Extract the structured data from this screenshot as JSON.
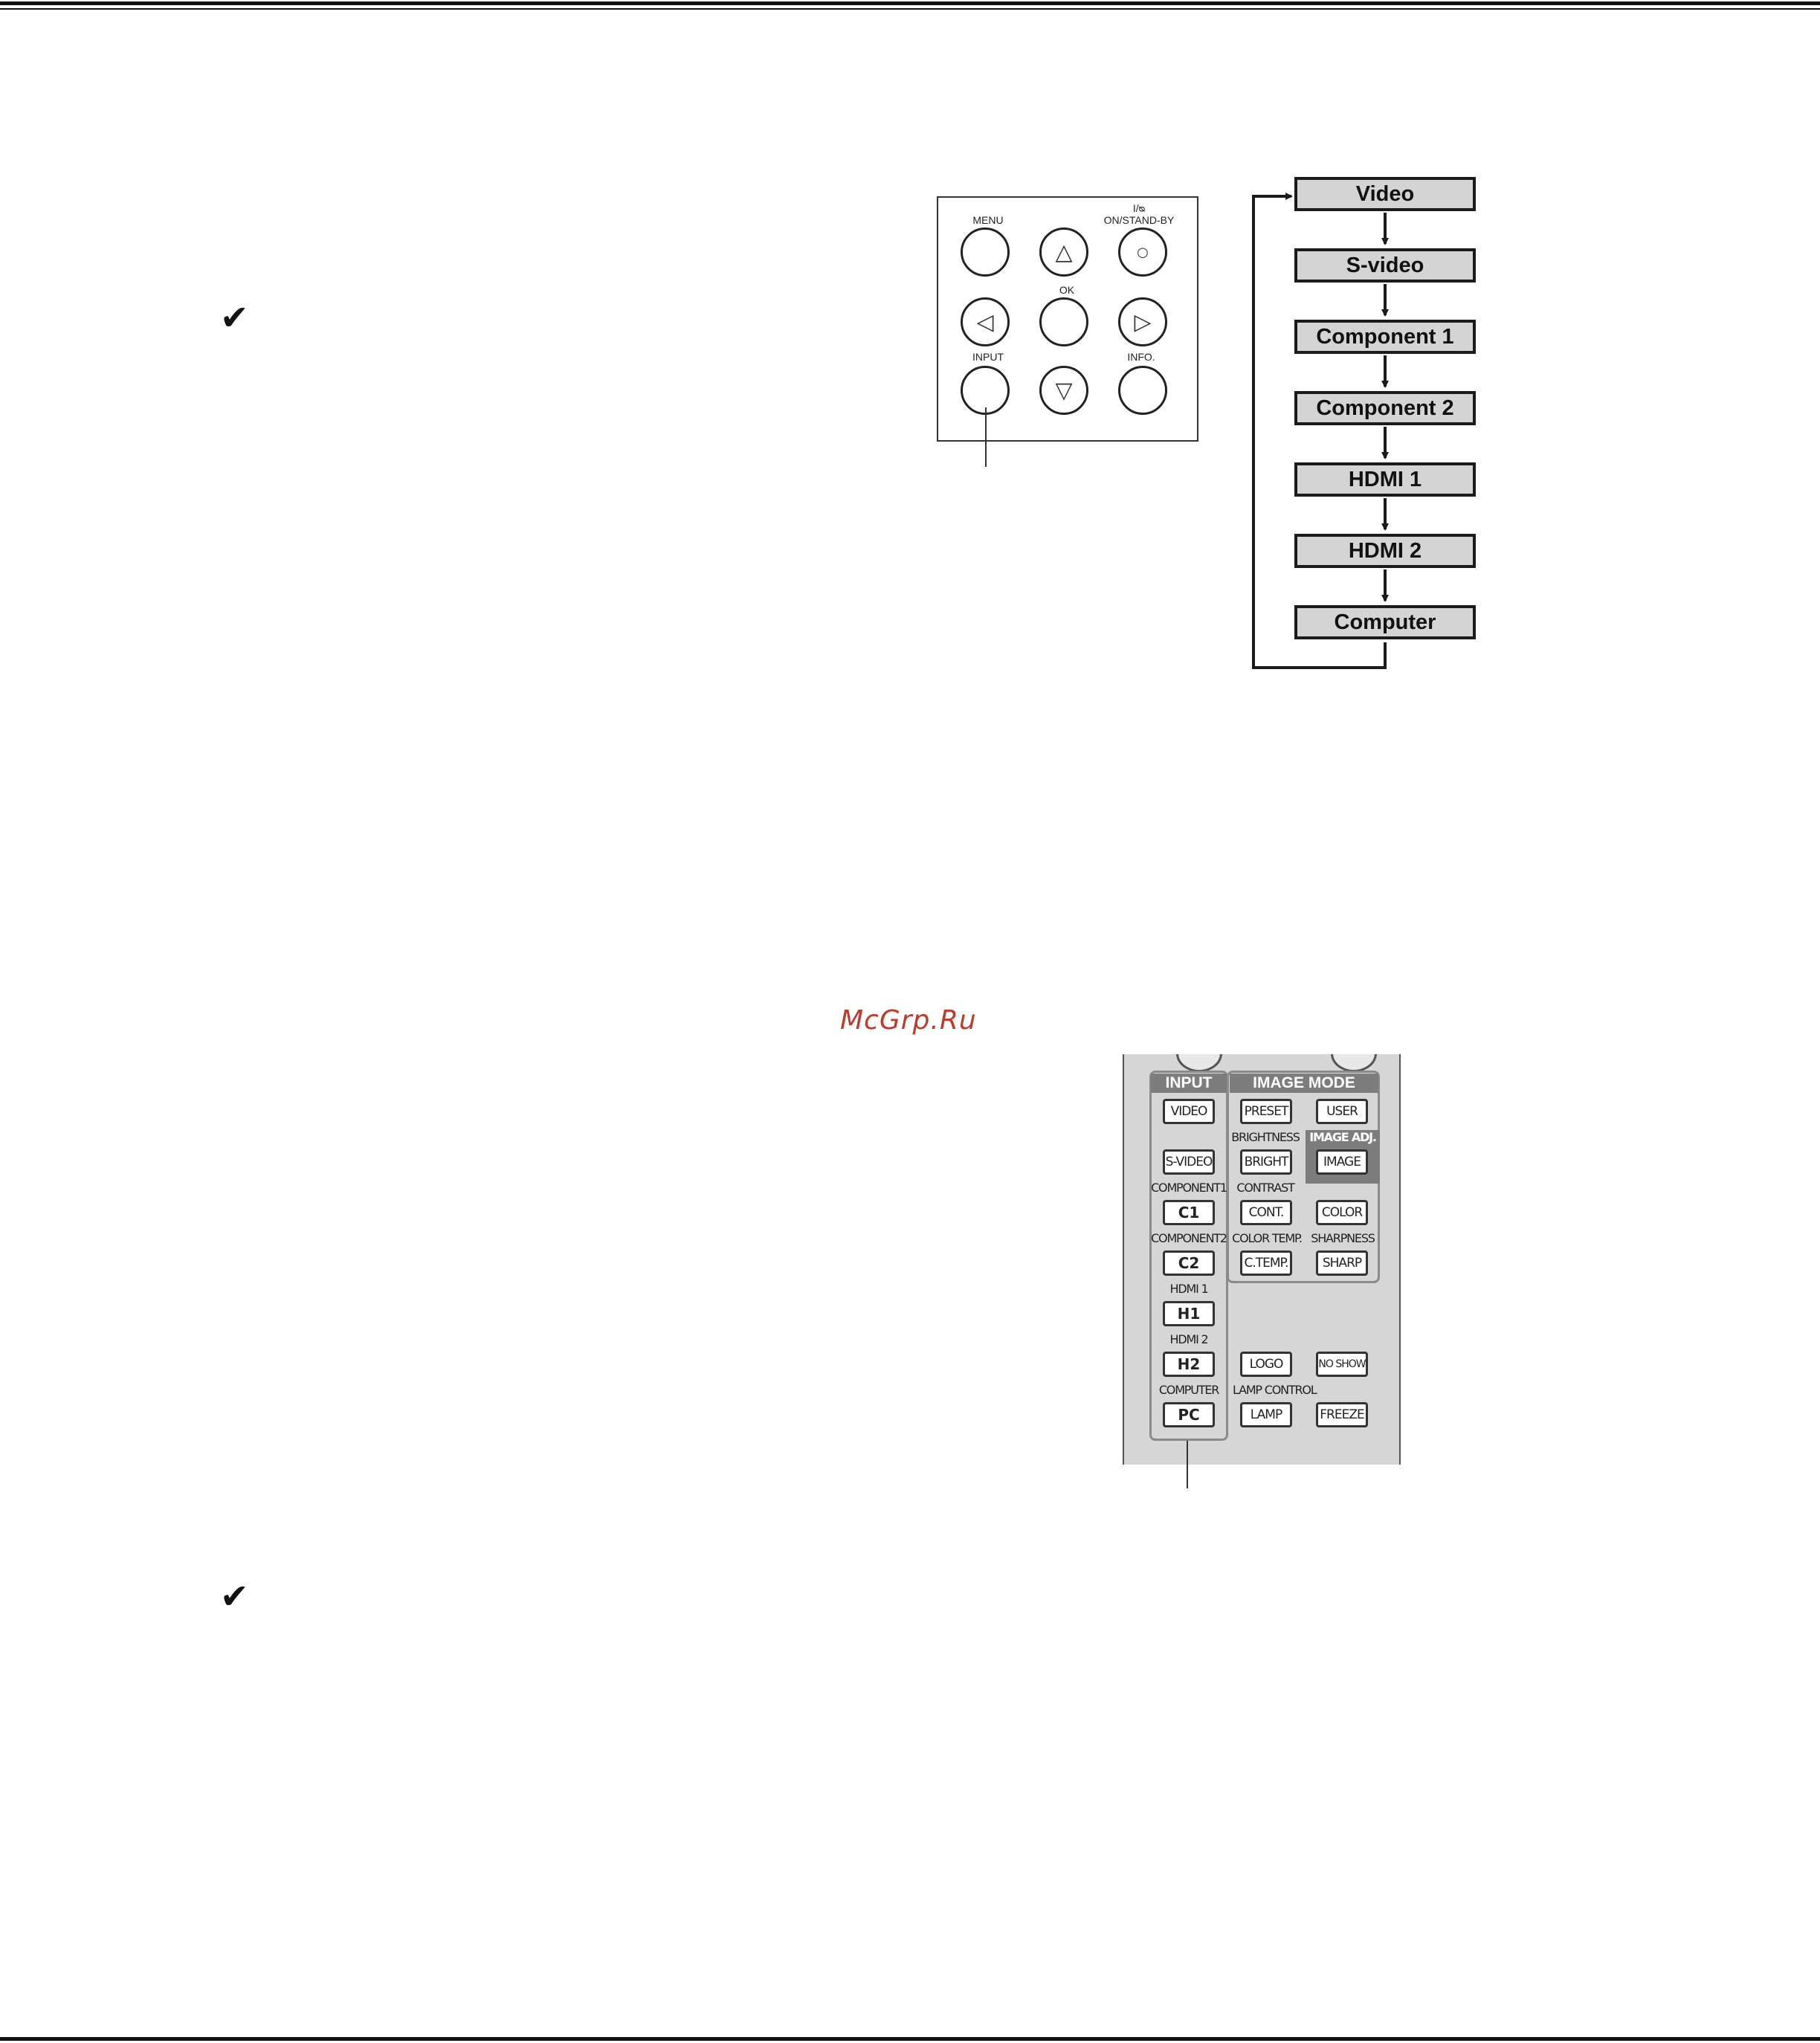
{
  "watermark": "McGrp.Ru",
  "notes": {
    "check_symbol": "✔"
  },
  "control_panel": {
    "labels": {
      "menu": "MENU",
      "power_symbol": "I/ᴓ",
      "power": "ON/STAND-BY",
      "ok": "OK",
      "input": "INPUT",
      "info": "INFO."
    },
    "glyphs": {
      "up": "△",
      "left": "◁",
      "right": "▷",
      "down": "▽",
      "power_dot": "○"
    }
  },
  "input_flow": {
    "steps": [
      "Video",
      "S-video",
      "Component 1",
      "Component 2",
      "HDMI 1",
      "HDMI 2",
      "Computer"
    ],
    "loops_back_to_first": true
  },
  "remote": {
    "input_header": "INPUT",
    "image_mode_header": "IMAGE MODE",
    "labels": {
      "brightness": "BRIGHTNESS",
      "image_adj": "IMAGE ADJ.",
      "component1": "COMPONENT1",
      "contrast": "CONTRAST",
      "component2": "COMPONENT2",
      "color_temp": "COLOR TEMP.",
      "sharpness": "SHARPNESS",
      "hdmi1": "HDMI 1",
      "hdmi2": "HDMI 2",
      "computer": "COMPUTER",
      "lamp_control": "LAMP CONTROL"
    },
    "keys": {
      "video": "VIDEO",
      "preset": "PRESET",
      "user": "USER",
      "svideo": "S-VIDEO",
      "bright": "BRIGHT",
      "image": "IMAGE",
      "c1": "C1",
      "cont": "CONT.",
      "color": "COLOR",
      "c2": "C2",
      "ctemp": "C.TEMP.",
      "sharp": "SHARP",
      "h1": "H1",
      "h2": "H2",
      "logo": "LOGO",
      "noshow": "NO SHOW",
      "pc": "PC",
      "lamp": "LAMP",
      "freeze": "FREEZE"
    }
  }
}
